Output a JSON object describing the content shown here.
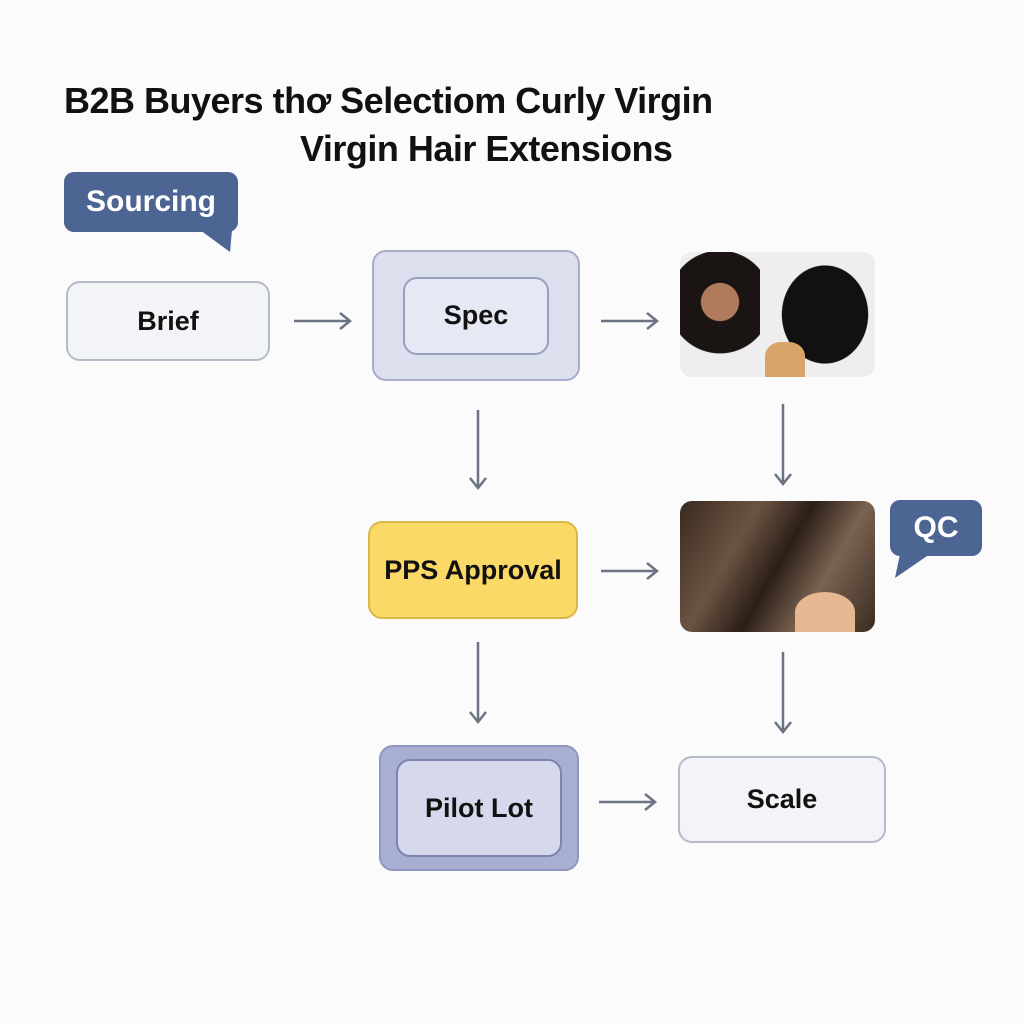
{
  "title": {
    "line1": "B2B Buyers thơ Selectiom Curly Virgin",
    "line2": "Virgin Hair Extensions"
  },
  "bubbles": {
    "sourcing": "Sourcing",
    "qc": "QC"
  },
  "nodes": {
    "brief": "Brief",
    "spec": "Spec",
    "pps": "PPS Approval",
    "pilot": "Pilot Lot",
    "scale": "Scale"
  },
  "colors": {
    "bubble": "#4d6593",
    "pps": "#fbd966",
    "arrow": "#6b7385"
  }
}
